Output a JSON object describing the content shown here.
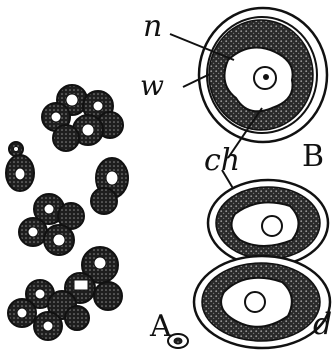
{
  "labels": {
    "nucleus": "n",
    "wall": "w",
    "chloroplast": "ch",
    "group_a": "A",
    "group_b": "B",
    "group_d": "d"
  },
  "colors": {
    "ink": "#111111",
    "paper": "#ffffff",
    "stipple": "#5a5a5a"
  }
}
